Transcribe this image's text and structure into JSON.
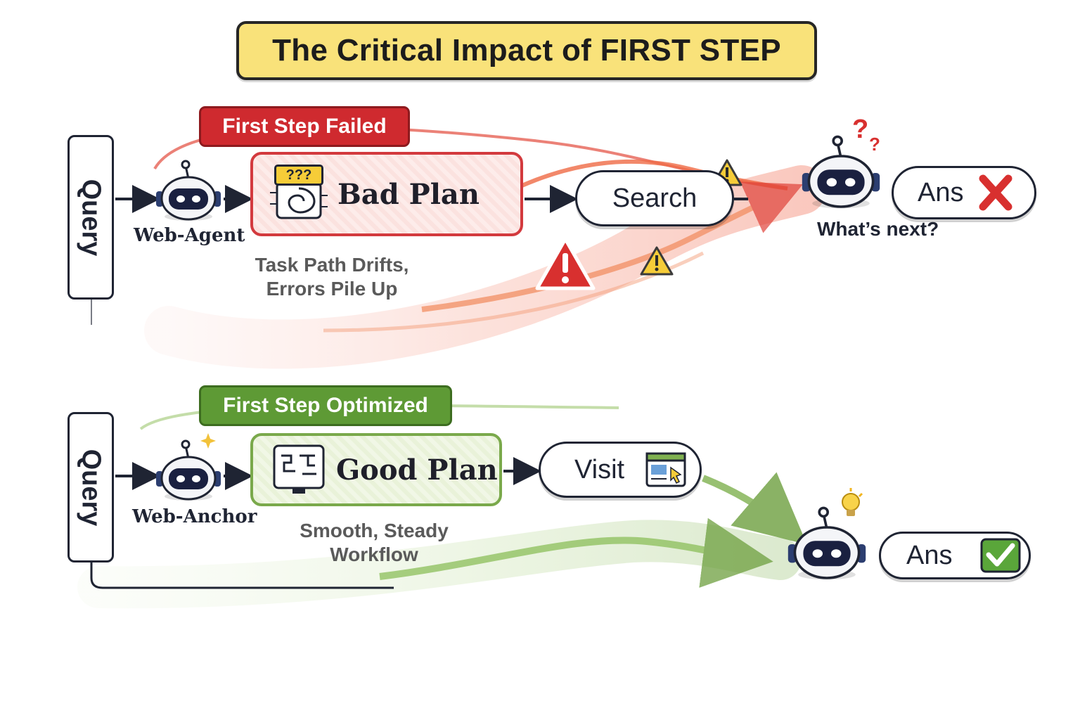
{
  "title": "The Critical Impact of FIRST STEP",
  "top": {
    "query_label": "Query",
    "banner": "First Step Failed",
    "agent_label": "Web-Agent",
    "plan_badge": "???",
    "plan_label": "Bad Plan",
    "note_line1": "Task Path Drifts,",
    "note_line2": "Errors Pile Up",
    "action_label": "Search",
    "answer_label": "Ans",
    "question": "What’s next?",
    "colors": {
      "accent": "#cf2a2f",
      "flow": "#f06a3a"
    }
  },
  "bottom": {
    "query_label": "Query",
    "banner": "First Step Optimized",
    "agent_label": "Web-Anchor",
    "plan_label": "Good Plan",
    "note_line1": "Smooth, Steady",
    "note_line2": "Workflow",
    "action_label": "Visit",
    "answer_label": "Ans",
    "colors": {
      "accent": "#5e9a35",
      "flow": "#8cbf5a"
    }
  },
  "icons": {
    "robot": "robot-icon",
    "error": "x-mark-icon",
    "success": "checkmark-icon",
    "warning": "warning-icon",
    "confused": "question-marks-icon",
    "idea": "lightbulb-icon",
    "browser": "browser-window-icon",
    "maze": "maze-icon",
    "flowchart": "flowchart-icon"
  }
}
